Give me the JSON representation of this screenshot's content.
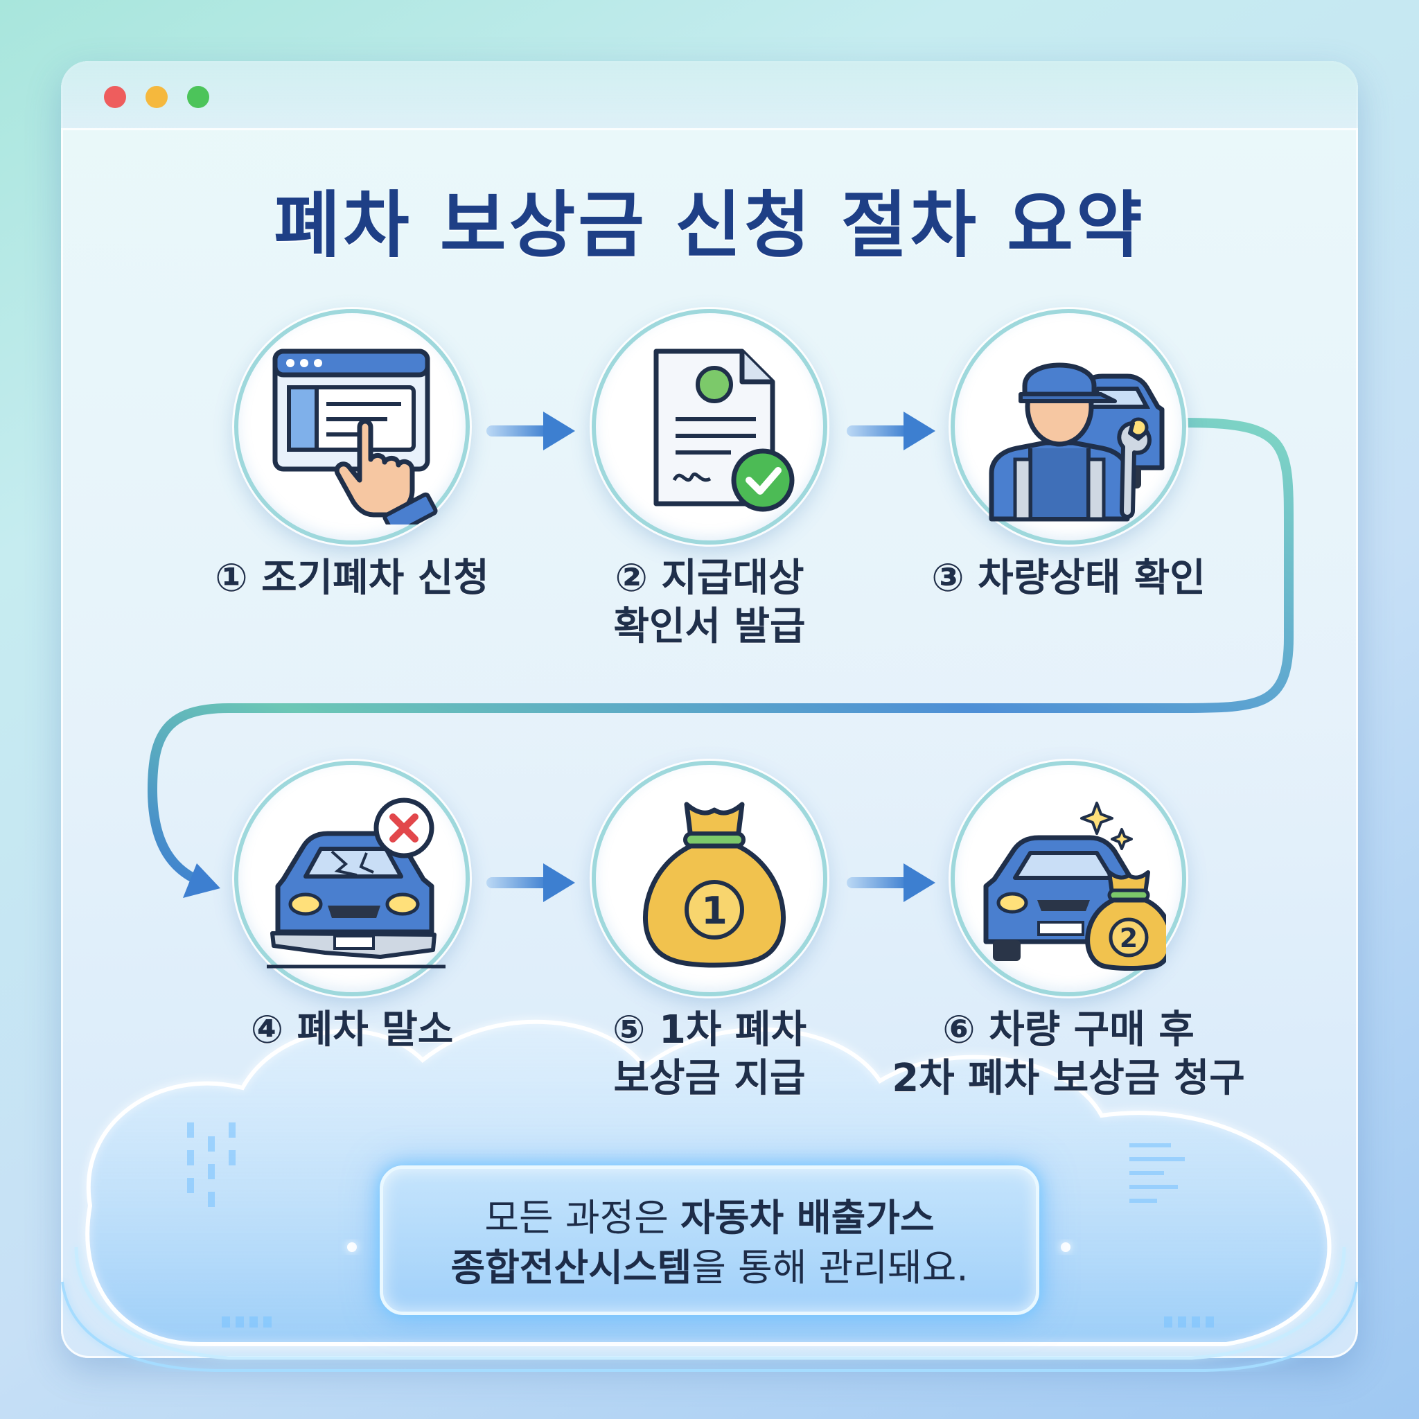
{
  "window": {
    "controls": [
      "close",
      "minimize",
      "maximize"
    ]
  },
  "title": "폐차 보상금 신청 절차 요약",
  "steps": [
    {
      "label_line1": "① 조기폐차 신청",
      "label_line2": "",
      "icon": "browser-click-icon"
    },
    {
      "label_line1": "② 지급대상",
      "label_line2": "확인서 발급",
      "icon": "certificate-check-icon"
    },
    {
      "label_line1": "③ 차량상태 확인",
      "label_line2": "",
      "icon": "mechanic-car-icon"
    },
    {
      "label_line1": "④ 폐차 말소",
      "label_line2": "",
      "icon": "wrecked-car-icon"
    },
    {
      "label_line1": "⑤ 1차 폐차",
      "label_line2": "보상금 지급",
      "icon": "money-bag-1-icon"
    },
    {
      "label_line1": "⑥ 차량 구매 후",
      "label_line2": "2차 폐차 보상금 청구",
      "icon": "car-money-bag-2-icon"
    }
  ],
  "footer": {
    "line1_plain": "모든 과정은 ",
    "line1_bold": "자동차 배출가스",
    "line2_bold": "종합전산시스템",
    "line2_plain": "을 통해 관리돼요."
  },
  "colors": {
    "title": "#1e3f86",
    "accent_blue": "#3d7fd0",
    "accent_teal": "#6cc7b5",
    "circle_border": "#9ed8dc"
  }
}
